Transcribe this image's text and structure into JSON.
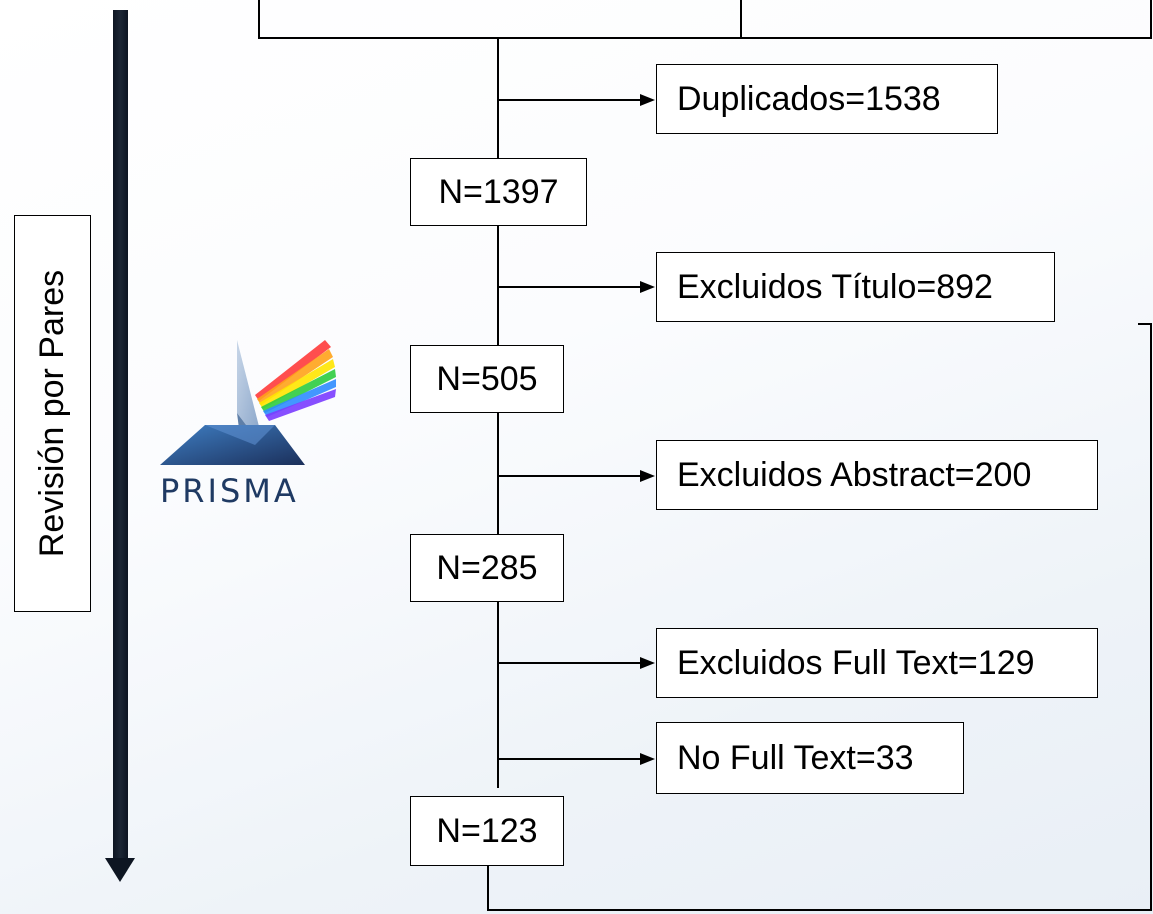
{
  "diagram": {
    "side_label": "Revisión por Pares",
    "logo_text": "PRISMA",
    "stages": [
      {
        "id": "s1",
        "label": "N=1397"
      },
      {
        "id": "s2",
        "label": "N=505"
      },
      {
        "id": "s3",
        "label": "N=285"
      },
      {
        "id": "s4",
        "label": "N=123"
      }
    ],
    "exclusions": [
      {
        "id": "e1",
        "label": "Duplicados=1538"
      },
      {
        "id": "e2",
        "label": "Excluidos Título=892"
      },
      {
        "id": "e3",
        "label": "Excluidos Abstract=200"
      },
      {
        "id": "e4",
        "label": "Excluidos Full Text=129"
      },
      {
        "id": "e5",
        "label": "No Full Text=33"
      }
    ],
    "colors": {
      "logo_text": "#1f3a63",
      "timeline_arrow": "#0d1522",
      "box_border": "#000000"
    }
  }
}
